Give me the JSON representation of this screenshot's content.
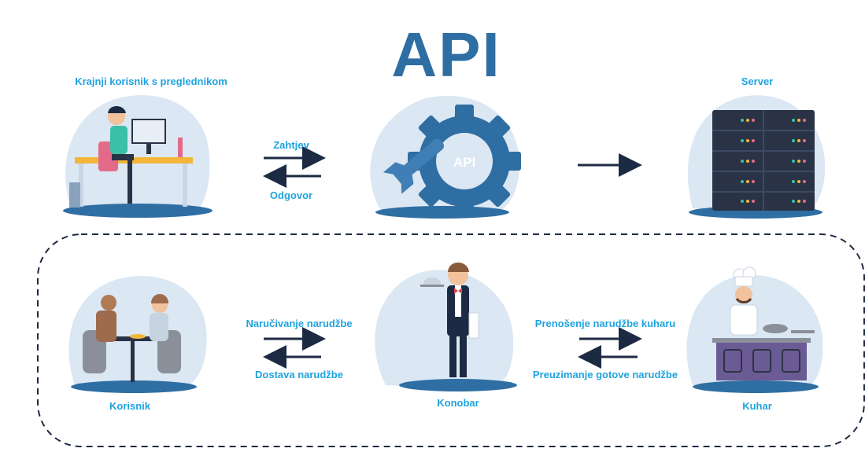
{
  "title": "API",
  "top_row": {
    "client_label": "Krajnji korisnik s preglednikom",
    "request_label": "Zahtjev",
    "response_label": "Odgovor",
    "gear_label": "API",
    "server_label": "Server"
  },
  "bottom_row": {
    "customer_label": "Korisnik",
    "order_label": "Naručivanje narudžbe",
    "delivery_label": "Dostava narudžbe",
    "waiter_label": "Konobar",
    "transfer_label": "Prenošenje narudžbe kuharu",
    "pickup_label": "Preuzimanje gotove narudžbe",
    "chef_label": "Kuhar"
  },
  "colors": {
    "accent": "#1fa3df",
    "title": "#2f6ea3",
    "arrow": "#1d2a44",
    "blob": "#dbe7f3",
    "gear": "#2f6ea3",
    "server": "#2a3345"
  }
}
